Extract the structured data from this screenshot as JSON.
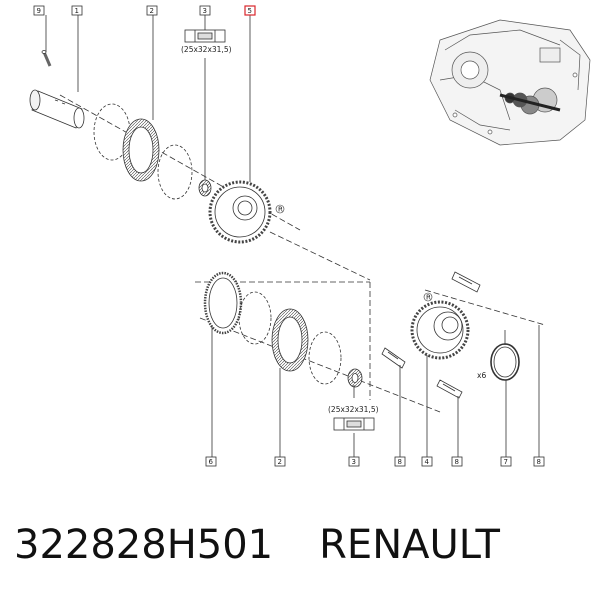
{
  "callouts": {
    "c9a": "9",
    "c1": "1",
    "c2a": "2",
    "c3a": "3",
    "c5": "5",
    "c6": "6",
    "c2b": "2",
    "c3b": "3",
    "c8a": "8",
    "c4": "4",
    "c8b": "8",
    "c7": "7",
    "c8c": "8"
  },
  "dimensions": {
    "bearing_top": "(25x32x31,5)",
    "bearing_bottom": "(25x32x31,5)",
    "qty_circlip": "x6",
    "renault_mark_a": "R",
    "renault_mark_b": "R"
  },
  "caption": {
    "part_number": "322828H501",
    "brand": "RENAULT"
  },
  "colors": {
    "highlight": "#d9262b",
    "line": "#333333"
  }
}
